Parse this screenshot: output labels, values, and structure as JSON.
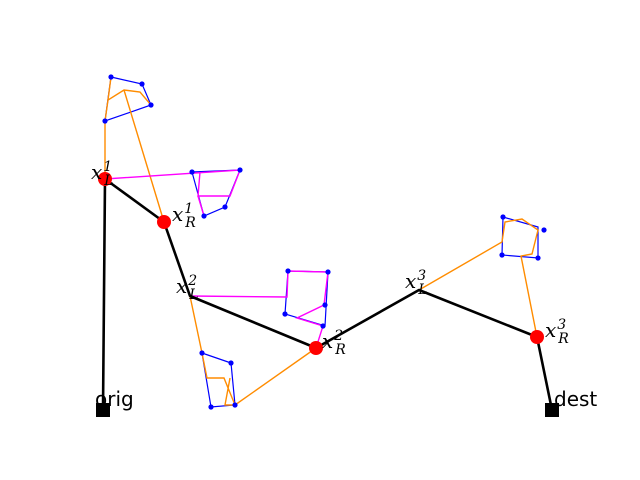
{
  "labels": {
    "orig": "orig",
    "dest": "dest",
    "xl1": {
      "base": "x",
      "sub": "L",
      "sup": "1"
    },
    "xr1": {
      "base": "x",
      "sub": "R",
      "sup": "1"
    },
    "xl2": {
      "base": "x",
      "sub": "L",
      "sup": "2"
    },
    "xr2": {
      "base": "x",
      "sub": "R",
      "sup": "2"
    },
    "xl3": {
      "base": "x",
      "sub": "L",
      "sup": "3"
    },
    "xr3": {
      "base": "x",
      "sub": "R",
      "sup": "3"
    }
  },
  "colors": {
    "route": "#000000",
    "transfer": "#ff8c00",
    "inner_route": "#ff00ff",
    "cluster_edge": "#0000ff",
    "cluster_node": "#0000ff",
    "key_node": "#ff0000",
    "terminal": "#000000"
  }
}
